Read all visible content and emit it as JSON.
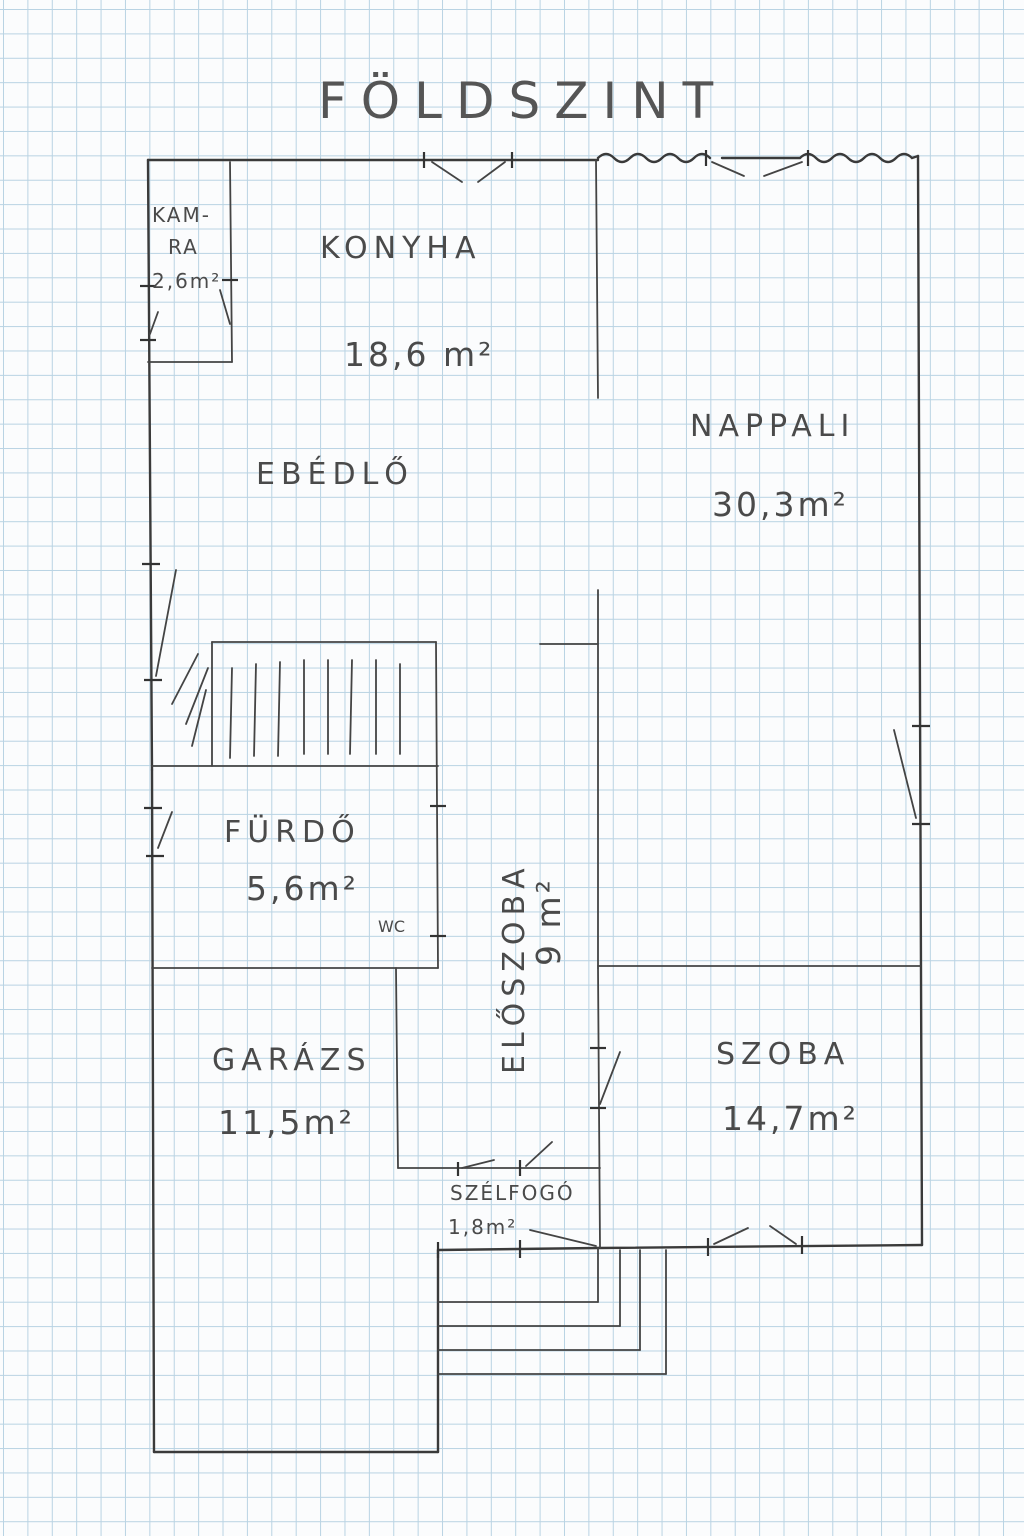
{
  "title": "FÖLDSZINT",
  "rooms": {
    "kamra": {
      "name_line1": "KAM-",
      "name_line2": "RA",
      "area": "2,6m²"
    },
    "konyha": {
      "name": "KONYHA",
      "area": "18,6 m²"
    },
    "ebedlo": {
      "name": "EBÉDLŐ"
    },
    "nappali": {
      "name": "NAPPALI",
      "area": "30,3m²"
    },
    "furdo": {
      "name": "FÜRDŐ",
      "area": "5,6m²",
      "fixture": "WC"
    },
    "eloszoba": {
      "name": "ELŐSZOBA",
      "area": "9 m²"
    },
    "garazs": {
      "name": "GARÁZS",
      "area": "11,5m²"
    },
    "szoba": {
      "name": "SZOBA",
      "area": "14,7m²"
    },
    "szelfogo": {
      "name": "SZÉLFOGÓ",
      "area": "1,8m²"
    }
  },
  "style": {
    "ink": "#3a3a3a",
    "grid": "#b9d3e3",
    "paper": "#fbfcfd"
  }
}
